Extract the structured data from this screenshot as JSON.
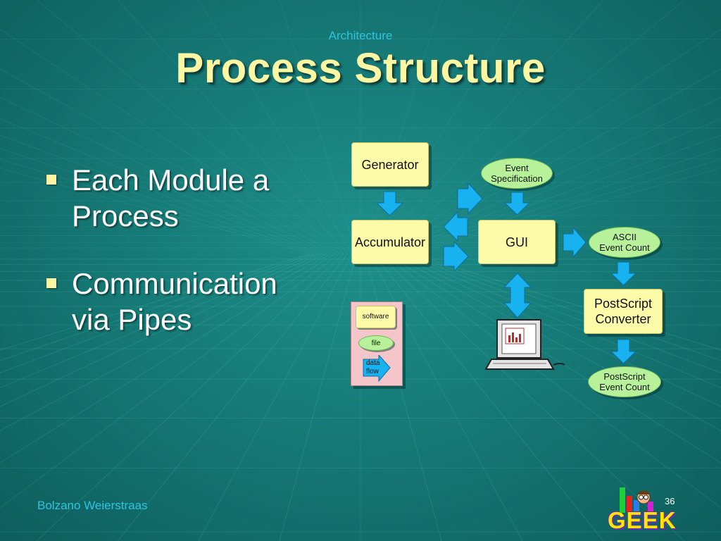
{
  "slide": {
    "subtitle": "Architecture",
    "title": "Process Structure",
    "bullets": [
      {
        "line1": "Each Module a",
        "line2": "Process"
      },
      {
        "line1": "Communication",
        "line2": "via Pipes"
      }
    ],
    "footer": {
      "author": "Bolzano Weierstraas",
      "page_number": "36",
      "logo_text": "GEEK"
    }
  },
  "diagram": {
    "nodes": {
      "generator": "Generator",
      "accumulator": "Accumulator",
      "gui": "GUI",
      "event_spec": {
        "line1": "Event",
        "line2": "Specification"
      },
      "ascii_count": {
        "line1": "ASCII",
        "line2": "Event Count"
      },
      "ps_converter": {
        "line1": "PostScript",
        "line2": "Converter"
      },
      "ps_count": {
        "line1": "PostScript",
        "line2": "Event Count"
      }
    },
    "legend": {
      "software": "software",
      "file": "file",
      "data_flow": {
        "line1": "data",
        "line2": "flow"
      }
    }
  },
  "colors": {
    "title": "#fdf7a3",
    "accent_text": "#2ec4e0",
    "box_fill": "#fefca8",
    "file_fill": "#b7f29b",
    "arrow_fill": "#19b2f0",
    "legend_fill": "#f4c6c9"
  }
}
